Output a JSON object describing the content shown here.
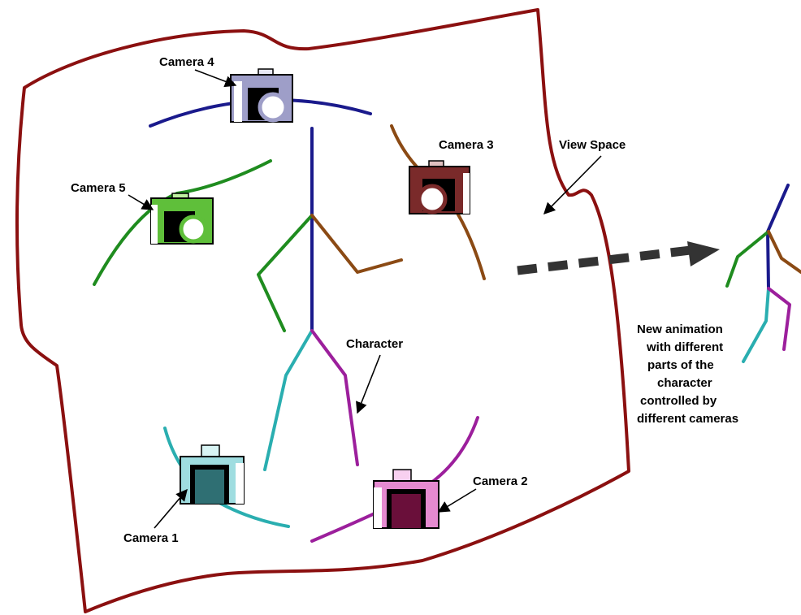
{
  "labels": {
    "camera_1": "Camera 1",
    "camera_2": "Camera 2",
    "camera_3": "Camera 3",
    "camera_4": "Camera 4",
    "camera_5": "Camera 5",
    "view_space": "View Space",
    "character": "Character"
  },
  "note_lines": [
    "New animation",
    "with different",
    "parts of the",
    "character",
    "controlled by",
    "different cameras"
  ],
  "colors": {
    "view_space_border": "#8b1010",
    "spine": "#1a1a8c",
    "left_arm": "#1f8c1f",
    "right_arm": "#8b4a14",
    "left_leg": "#2aaeb0",
    "right_leg": "#9c1f9c",
    "camera_1": "#9fdde0",
    "camera_2": "#e58ad0",
    "camera_3": "#7a2a2a",
    "camera_4": "#9e9ec8",
    "camera_5": "#5fbf3a",
    "dashed_arrow": "#333333"
  },
  "icons": {
    "camera": "camera-icon",
    "arrow": "arrow-icon"
  }
}
